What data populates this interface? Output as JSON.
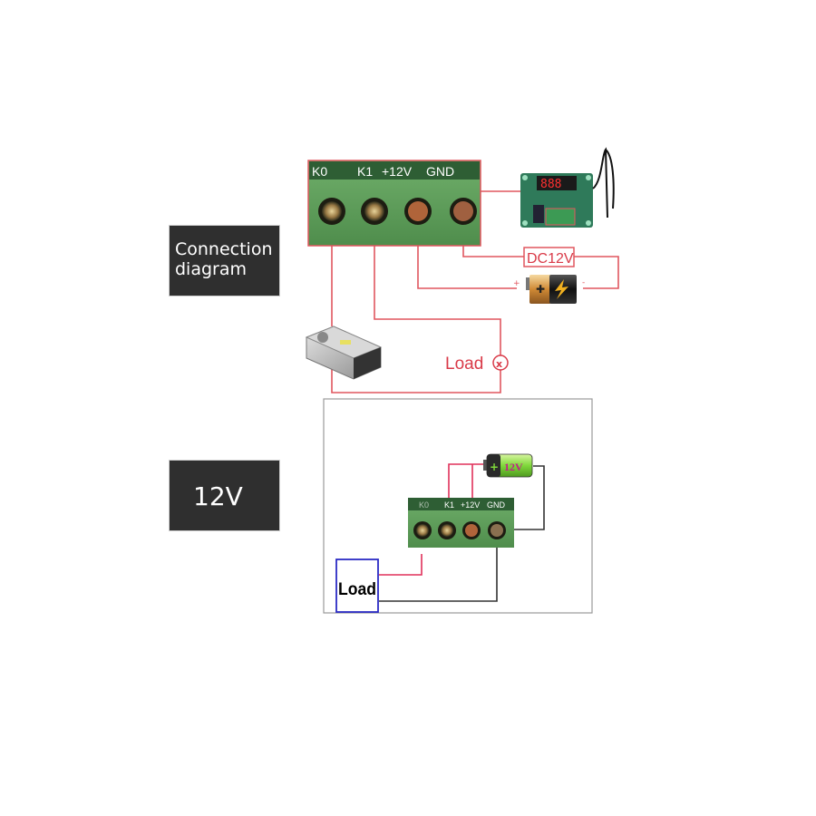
{
  "sections": {
    "connection_label": "Connection\ndiagram",
    "connection_label_lines": [
      "Connection",
      "diagram"
    ],
    "voltage_label": "12V"
  },
  "top_diagram": {
    "terminal_labels": [
      "K0",
      "K1",
      "+12V",
      "GND"
    ],
    "module_display": "888",
    "supply_label": "DC12V",
    "battery_plus": "+",
    "battery_minus": "-",
    "load_label": "Load",
    "load_symbol": "⊗",
    "wire_color": "#e0565f"
  },
  "bottom_diagram": {
    "terminal_labels": [
      "K0",
      "K1",
      "+12V",
      "GND"
    ],
    "battery_label": "12V",
    "battery_plus": "+",
    "load_label": "Load",
    "wire_red": "#e0305a",
    "wire_black": "#333333",
    "load_border": "#2b2bc4"
  }
}
